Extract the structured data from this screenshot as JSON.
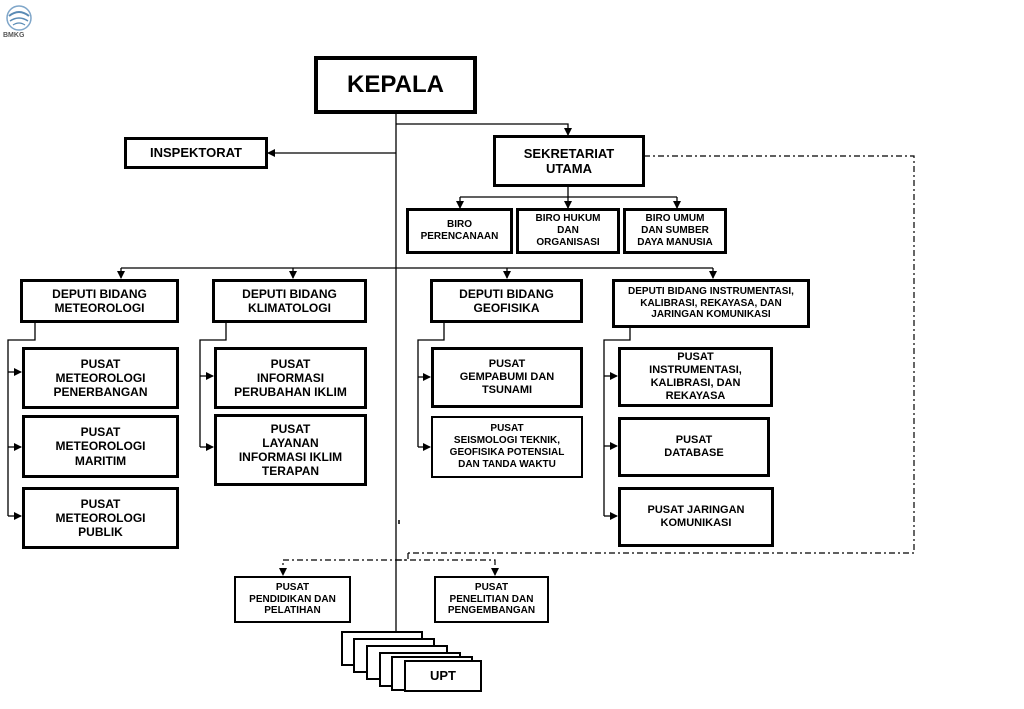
{
  "logo": {
    "text": "BMKG",
    "icon": "bmkg-logo-icon"
  },
  "kepala": "KEPALA",
  "inspektorat": "INSPEKTORAT",
  "sekretariat": "SEKRETARIAT\nUTAMA",
  "biro": [
    "BIRO\nPERENCANAAN",
    "BIRO HUKUM\nDAN\nORGANISASI",
    "BIRO UMUM\nDAN SUMBER\nDAYA MANUSIA"
  ],
  "deputi": [
    {
      "title": "DEPUTI BIDANG\nMETEOROLOGI",
      "pusat": [
        "PUSAT\nMETEOROLOGI\nPENERBANGAN",
        "PUSAT\nMETEOROLOGI\nMARITIM",
        "PUSAT\nMETEOROLOGI\nPUBLIK"
      ]
    },
    {
      "title": "DEPUTI BIDANG\nKLIMATOLOGI",
      "pusat": [
        "PUSAT\nINFORMASI\nPERUBAHAN IKLIM",
        "PUSAT\nLAYANAN\nINFORMASI IKLIM\nTERAPAN"
      ]
    },
    {
      "title": "DEPUTI BIDANG\nGEOFISIKA",
      "pusat": [
        "PUSAT\nGEMPABUMI DAN\nTSUNAMI",
        "PUSAT\nSEISMOLOGI TEKNIK,\nGEOFISIKA POTENSIAL\nDAN TANDA WAKTU"
      ]
    },
    {
      "title": "DEPUTI BIDANG INSTRUMENTASI,\nKALIBRASI, REKAYASA, DAN\nJARINGAN KOMUNIKASI",
      "pusat": [
        "PUSAT\nINSTRUMENTASI,\nKALIBRASI, DAN\nREKAYASA",
        "PUSAT\nDATABASE",
        "PUSAT JARINGAN\nKOMUNIKASI"
      ]
    }
  ],
  "pusat_lain": [
    "PUSAT\nPENDIDIKAN DAN\nPELATIHAN",
    "PUSAT\nPENELITIAN DAN\nPENGEMBANGAN"
  ],
  "upt": "UPT"
}
